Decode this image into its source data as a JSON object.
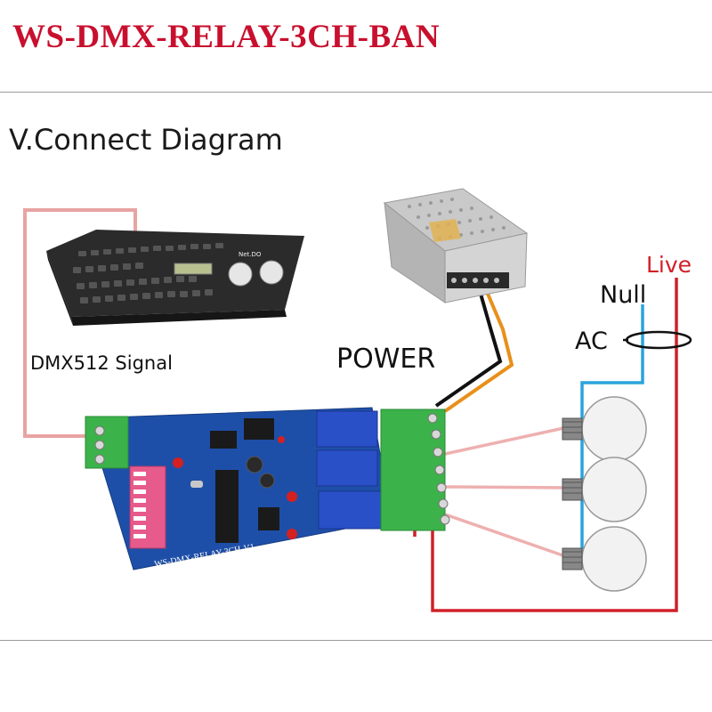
{
  "header": {
    "title": "WS-DMX-RELAY-3CH-BAN"
  },
  "section": {
    "title": "V.Connect Diagram"
  },
  "labels": {
    "dmx_signal": "DMX512 Signal",
    "power": "POWER",
    "live": "Live",
    "null": "Null",
    "ac": "AC"
  },
  "board": {
    "silkscreen": "WS-DMX-RELAY-3CH-V1"
  },
  "console": {
    "brand": "Net.DO"
  },
  "colors": {
    "title_red": "#c8102e",
    "live_wire": "#d0202a",
    "null_wire": "#2aa3dc",
    "dmx_wire": "#e8a3a3",
    "pcb_blue": "#1e4fa8",
    "terminal_green": "#3cb24a",
    "relay_blue": "#2a50c8"
  }
}
